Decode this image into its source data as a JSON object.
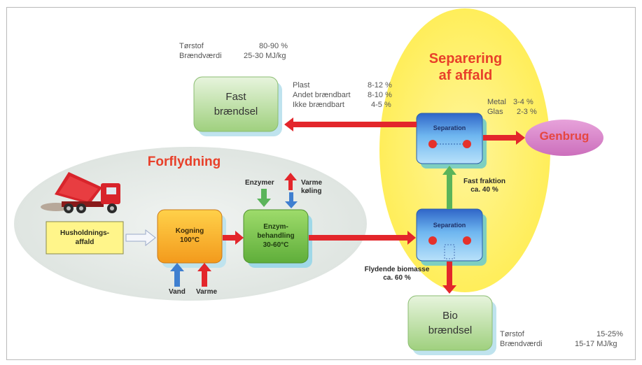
{
  "top_left_info": {
    "rows": [
      {
        "label": "Tørstof",
        "value": "80-90 %"
      },
      {
        "label": "Brændværdi",
        "value": "25-30 MJ/kg"
      }
    ]
  },
  "fast_braendsel": {
    "line1": "Fast",
    "line2": "brændsel"
  },
  "plast_info": {
    "rows": [
      {
        "label": "Plast",
        "value": "8-12 %"
      },
      {
        "label": "Andet brændbart",
        "value": "8-10 %"
      },
      {
        "label": "Ikke brændbart",
        "value": "4-5 %"
      }
    ]
  },
  "separering_title": {
    "line1": "Separering",
    "line2": "af affald"
  },
  "metal_info": {
    "rows": [
      {
        "label": "Metal",
        "value": "3-4 %"
      },
      {
        "label": "Glas",
        "value": "2-3 %"
      }
    ]
  },
  "separation_top": {
    "label": "Separation"
  },
  "separation_bottom": {
    "label": "Separation"
  },
  "genbrug": {
    "label": "Genbrug"
  },
  "forflydning_title": {
    "label": "Forflydning"
  },
  "husholdning": {
    "line1": "Husholdnings-",
    "line2": "affald"
  },
  "kogning": {
    "line1": "Kogning",
    "line2": "100°C"
  },
  "enzym": {
    "line1": "Enzym-",
    "line2": "behandling",
    "line3": "30-60°C"
  },
  "enzymer_label": "Enzymer",
  "varme_koeling": {
    "line1": "Varme",
    "line2": "køling"
  },
  "vand_label": "Vand",
  "varme_label": "Varme",
  "fast_fraktion": {
    "line1": "Fast fraktion",
    "line2": "ca. 40 %"
  },
  "flydende": {
    "line1": "Flydende biomasse",
    "line2": "ca. 60 %"
  },
  "bio_braendsel": {
    "line1": "Bio",
    "line2": "brændsel"
  },
  "bottom_right_info": {
    "rows": [
      {
        "label": "Tørstof",
        "value": "15-25%"
      },
      {
        "label": "Brændværdi",
        "value": "15-17 MJ/kg"
      }
    ]
  },
  "colors": {
    "red_arrow": "#e3262b",
    "green_box": "#8fc86a",
    "blue_box": "#3a86d4",
    "yellow_ellipse": "#fff06a",
    "gray_ellipse": "#e6ebe8",
    "genbrug_bg": "#d87fc8",
    "kogning": "#f7a21e",
    "title_red": "#e8402a"
  }
}
